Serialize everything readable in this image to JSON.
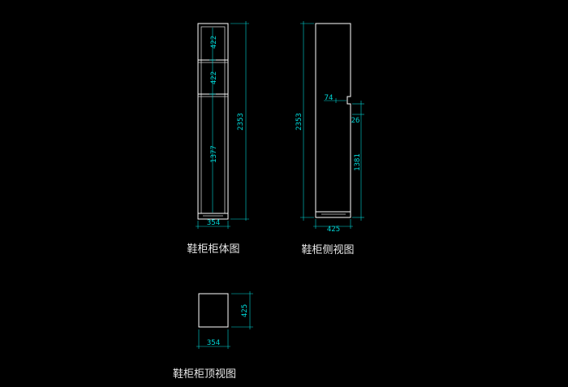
{
  "front_view": {
    "caption": "鞋柜柜体图",
    "dim_top": "422",
    "dim_middle": "422",
    "dim_bottom": "1377",
    "dim_height": "2353",
    "dim_width": "354"
  },
  "side_view": {
    "caption": "鞋柜侧视图",
    "dim_height": "2353",
    "dim_notch_width": "74",
    "dim_notch_height": "26",
    "dim_lower": "1381",
    "dim_depth": "425"
  },
  "top_view": {
    "caption": "鞋柜柜顶视图",
    "dim_depth": "425",
    "dim_width": "354"
  },
  "colors": {
    "outline": "#ffffff",
    "dimension": "#00d8d8",
    "background": "#000000"
  }
}
